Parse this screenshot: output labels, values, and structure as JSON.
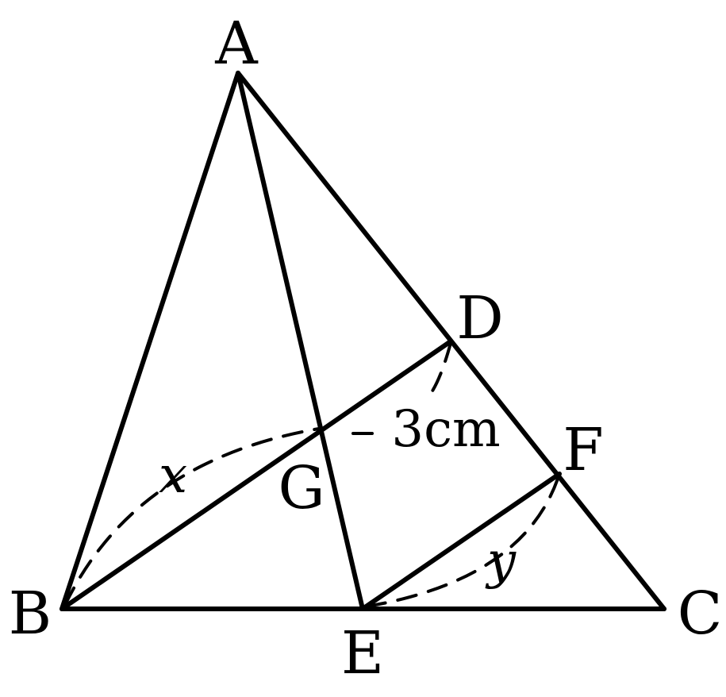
{
  "points": {
    "A": "A",
    "B": "B",
    "C": "C",
    "D": "D",
    "E": "E",
    "F": "F",
    "G": "G"
  },
  "measurements": {
    "gd": "3cm",
    "bg": "x",
    "ef": "y"
  },
  "colors": {
    "stroke": "#000000",
    "background": "#ffffff"
  }
}
